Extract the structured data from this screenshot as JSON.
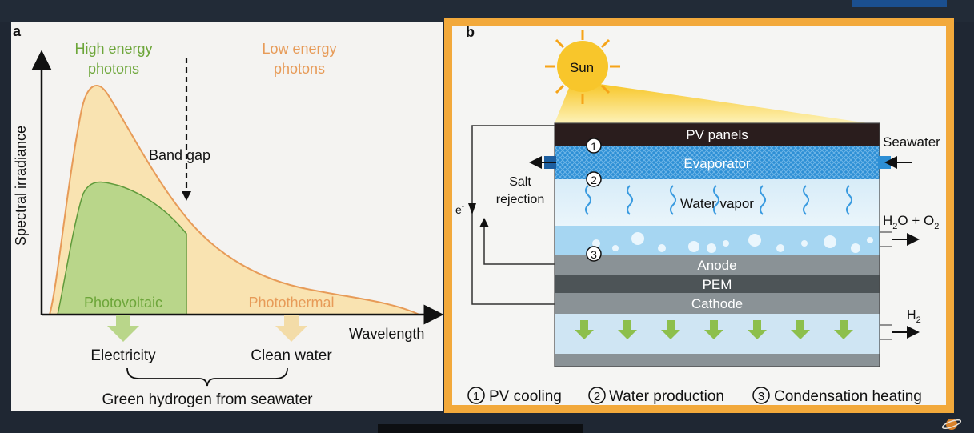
{
  "panel_a": {
    "label": "a",
    "high_energy": [
      "High energy",
      "photons"
    ],
    "low_energy": [
      "Low energy",
      "photons"
    ],
    "band_gap": "Band gap",
    "y_axis": "Spectral irradiance",
    "x_axis": "Wavelength",
    "photovoltaic": "Photovoltaic",
    "photothermal": "Photothermal",
    "electricity": "Electricity",
    "clean_water": "Clean water",
    "green_hydrogen": "Green hydrogen from seawater"
  },
  "panel_b": {
    "label": "b",
    "sun": "Sun",
    "pv_panels": "PV panels",
    "evaporator": "Evaporator",
    "water_vapor": "Water vapor",
    "anode": "Anode",
    "pem": "PEM",
    "cathode": "Cathode",
    "salt": "Salt",
    "rejection": "rejection",
    "electron": "e",
    "electron_sup": "-",
    "seawater": "Seawater",
    "h2o_o2": [
      "H",
      "2",
      "O + O",
      "2"
    ],
    "h2": [
      "H",
      "2"
    ],
    "markers": [
      "1",
      "2",
      "3"
    ],
    "legend": [
      "PV cooling",
      "Water production",
      "Condensation heating"
    ]
  },
  "colors": {
    "page_bg": "#1f2733",
    "frame": "#f2a93b",
    "curve_outline": "#e79b58",
    "curve_fill": "#f9e3b1",
    "pv_fill": "#b9d68a",
    "pv_outline": "#5f9a3b",
    "green_text": "#6da63a",
    "orange_text": "#e79b58",
    "evaporator": "#2d8fd5",
    "pv_panel": "#2a1d1d",
    "anode_gray": "#8a9296",
    "pem_gray": "#4d5457"
  }
}
